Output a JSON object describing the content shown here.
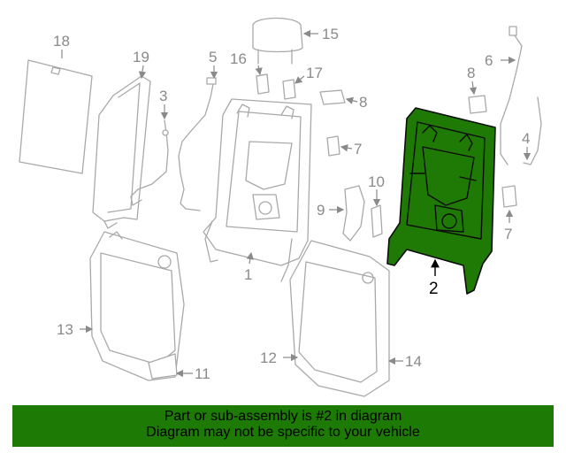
{
  "callouts": {
    "c1": "1",
    "c2": "2",
    "c3": "3",
    "c4": "4",
    "c5": "5",
    "c6": "6",
    "c7a": "7",
    "c7b": "7",
    "c8a": "8",
    "c8b": "8",
    "c9": "9",
    "c10": "10",
    "c11": "11",
    "c12": "12",
    "c13": "13",
    "c14": "14",
    "c15": "15",
    "c16": "16",
    "c17": "17",
    "c18": "18",
    "c19": "19"
  },
  "notice": {
    "line1": "Part or sub-assembly is #2 in diagram",
    "line2": "Diagram may not be specific to your vehicle"
  },
  "colors": {
    "highlight_fill": "#1f7a05",
    "banner_background": "#1d7a05",
    "part_outline": "#a9a9a9",
    "callout_text": "#8a8a8a"
  }
}
